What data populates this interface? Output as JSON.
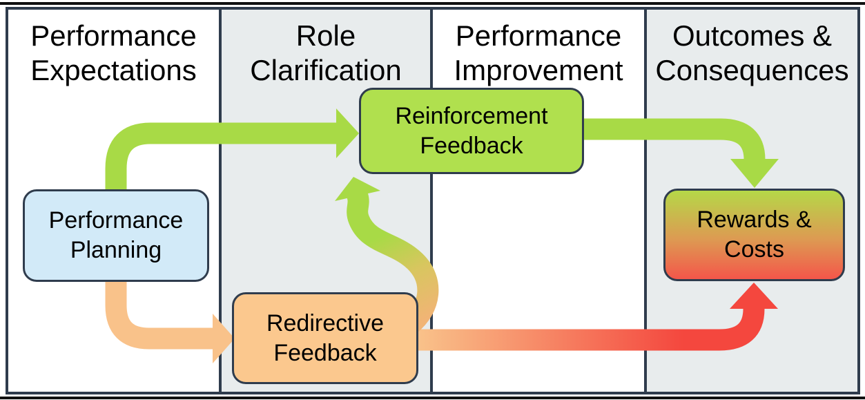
{
  "diagram": {
    "description": "Performance feedback flow diagram with four phases"
  },
  "columns": [
    {
      "id": "performance-expectations",
      "line1": "Performance",
      "line2": "Expectations",
      "shaded": false
    },
    {
      "id": "role-clarification",
      "line1": "Role",
      "line2": "Clarification",
      "shaded": true
    },
    {
      "id": "performance-improvement",
      "line1": "Performance",
      "line2": "Improvement",
      "shaded": false
    },
    {
      "id": "outcomes-consequences",
      "line1": "Outcomes &",
      "line2": "Consequences",
      "shaded": true
    }
  ],
  "boxes": {
    "planning": {
      "line1": "Performance",
      "line2": "Planning"
    },
    "reinforcement": {
      "line1": "Reinforcement",
      "line2": "Feedback"
    },
    "redirective": {
      "line1": "Redirective",
      "line2": "Feedback"
    },
    "rewards": {
      "line1": "Rewards &",
      "line2": "Costs"
    }
  },
  "arrows": [
    {
      "name": "planning-to-reinforcement-feedback",
      "style": "solid-green"
    },
    {
      "name": "reinforcement-feedback-to-rewards-costs",
      "style": "solid-green"
    },
    {
      "name": "planning-to-redirective-feedback",
      "style": "solid-orange"
    },
    {
      "name": "redirective-feedback-to-rewards-costs",
      "style": "gradient-orange-to-red"
    },
    {
      "name": "redirective-feedback-to-reinforcement-feedback",
      "style": "gradient-orange-to-green"
    }
  ],
  "colors": {
    "frame-line": "#101010",
    "border-dark": "#2f3c4d",
    "column-plain": "#ffffff",
    "column-shaded": "#e8eced",
    "green": "#a8da46",
    "green-box": "#b0e04e",
    "blue-box": "#d2eaf8",
    "orange": "#f9c28a",
    "orange-box": "#fbc88e",
    "red": "#f4473e",
    "rewards-top": "#b5d848",
    "rewards-mid": "#dd9a52",
    "rewards-bottom": "#f4564a",
    "scurve-bottom": "#f1b475",
    "scurve-mid": "#d8c65f"
  }
}
